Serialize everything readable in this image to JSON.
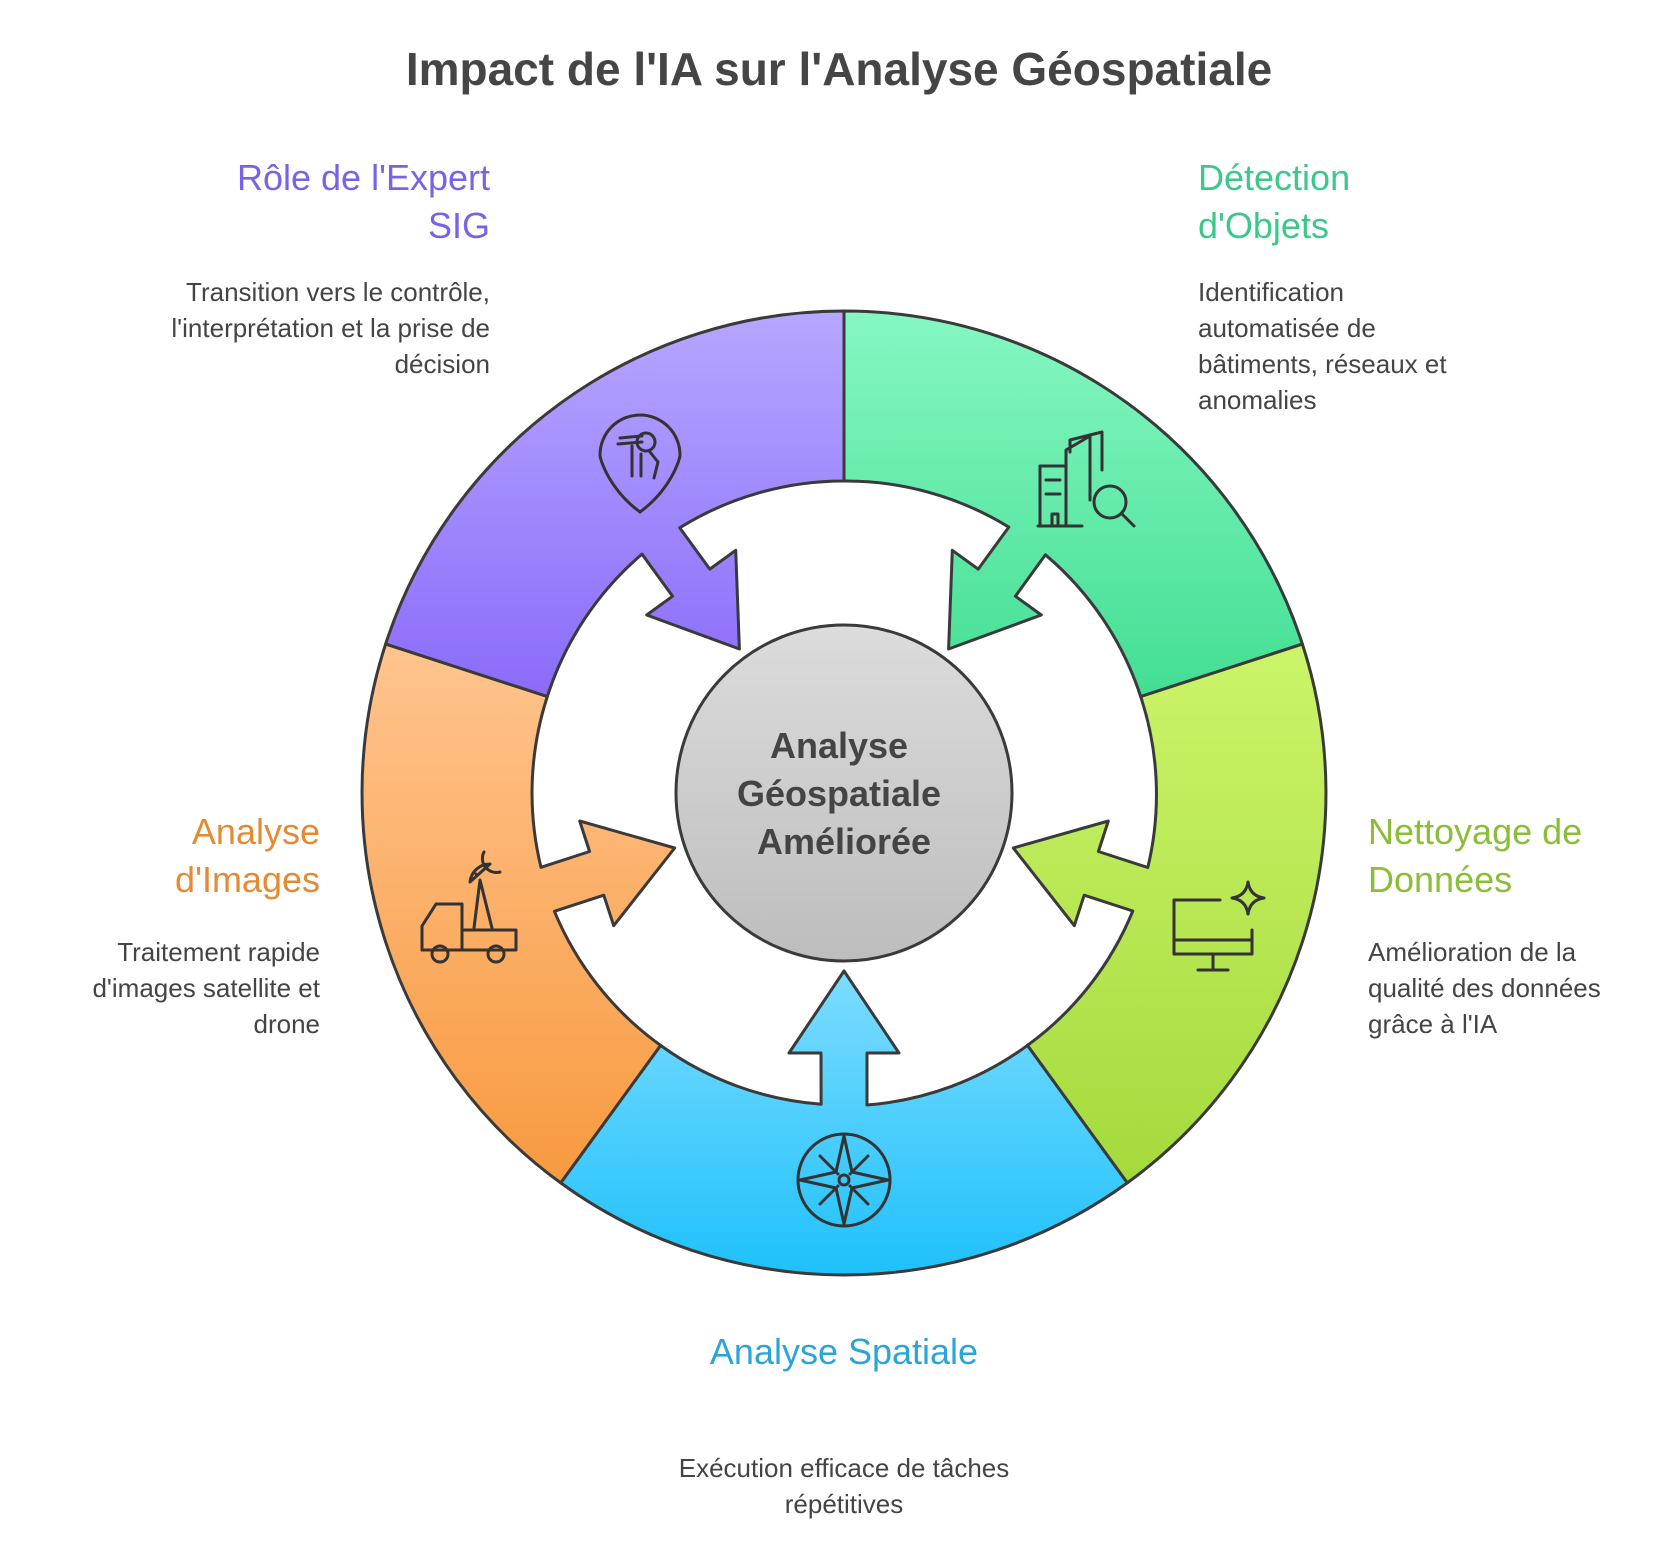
{
  "title": "Impact de l'IA sur l'Analyse Géospatiale",
  "center": {
    "lines": [
      "Analyse",
      "Géospatiale",
      "Améliorée"
    ]
  },
  "segments": [
    {
      "id": "expert",
      "label": "Rôle de l'Expert SIG",
      "description": "Transition vers le contrôle, l'interprétation et la prise de décision",
      "icon": "explorer-binoculars-location-icon",
      "color_light": "#B7A6FF",
      "color_dark": "#8A6BFA",
      "label_color": "#7B61E8"
    },
    {
      "id": "detection",
      "label": "Détection d'Objets",
      "description": "Identification automatisée de bâtiments, réseaux et anomalies",
      "icon": "buildings-search-icon",
      "color_light": "#86F7C3",
      "color_dark": "#43DE93",
      "label_color": "#3CC88A"
    },
    {
      "id": "nettoyage",
      "label": "Nettoyage de Données",
      "description": "Amélioration de la qualité des données grâce à l'IA",
      "icon": "monitor-sparkle-icon",
      "color_light": "#CCF46A",
      "color_dark": "#A4DA3C",
      "label_color": "#8BBE36"
    },
    {
      "id": "spatiale",
      "label": "Analyse Spatiale",
      "description": "Exécution efficace de tâches répétitives",
      "icon": "compass-star-icon",
      "color_light": "#7DDCFF",
      "color_dark": "#1EC1FB",
      "label_color": "#2AA5D8"
    },
    {
      "id": "images",
      "label": "Analyse d'Images",
      "description": "Traitement rapide d'images satellite et drone",
      "icon": "satellite-truck-icon",
      "color_light": "#FFC48E",
      "color_dark": "#F89A40",
      "label_color": "#E58A33"
    }
  ],
  "colors": {
    "stroke": "#3A3A3A",
    "text": "#444444",
    "center_light": "#DCDCDC",
    "center_dark": "#BDBDBD"
  }
}
